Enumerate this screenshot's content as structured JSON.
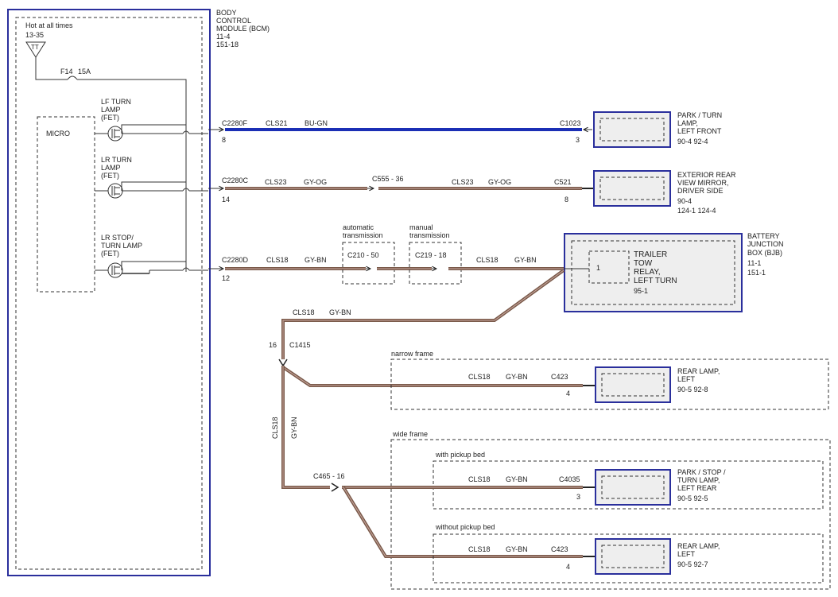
{
  "colors": {
    "blue_wire": "#1b2fb5",
    "brown_wire": "#7a5a4a",
    "brown_wire_hi": "#c9a8a0",
    "module_border": "#2a2f9c",
    "shade": "#eeeeee",
    "line": "#333333"
  },
  "bcm": {
    "title_lines": [
      "BODY",
      "CONTROL",
      "MODULE (BCM)",
      "11-4",
      "151-18"
    ],
    "hot_label": "Hot at all times",
    "hot_ref": "13-35",
    "fuse_symbol": "TT",
    "fuse_label": "F14",
    "fuse_rating": "15A",
    "micro_label": "MICRO",
    "fet1_lines": [
      "LF TURN",
      "LAMP",
      "(FET)"
    ],
    "fet2_lines": [
      "LR TURN",
      "LAMP",
      "(FET)"
    ],
    "fet3_lines": [
      "LR STOP/",
      "TURN LAMP",
      "(FET)"
    ]
  },
  "circuit_lf": {
    "connector": "C2280F",
    "pin": "8",
    "circuit": "CLS21",
    "color_code": "BU-GN",
    "end_connector": "C1023",
    "end_pin": "3"
  },
  "circuit_lr": {
    "connector": "C2280C",
    "pin": "14",
    "circuit": "CLS23",
    "color_code": "GY-OG",
    "inline_connector": "C555 - 36",
    "circuit2": "CLS23",
    "color_code2": "GY-OG",
    "end_connector": "C521",
    "end_pin": "8"
  },
  "circuit_stop": {
    "connector": "C2280D",
    "pin": "12",
    "circuit": "CLS18",
    "color_code": "GY-BN",
    "auto_label_lines": [
      "automatic",
      "transmission"
    ],
    "auto_connector": "C210 - 50",
    "manual_label_lines": [
      "manual",
      "transmission"
    ],
    "manual_connector": "C219 - 18",
    "circuit2": "CLS18",
    "color_code2": "GY-BN"
  },
  "devices": {
    "park_turn_lf_lines": [
      "PARK / TURN",
      "LAMP,",
      "LEFT FRONT",
      "90-4    92-4"
    ],
    "mirror_lines": [
      "EXTERIOR REAR",
      "VIEW MIRROR,",
      "DRIVER SIDE",
      "90-4",
      "124-1    124-4"
    ],
    "bjb_lines": [
      "BATTERY",
      "JUNCTION",
      "BOX (BJB)",
      "11-1",
      "151-1"
    ],
    "relay_pin": "1",
    "relay_lines": [
      "TRAILER",
      "TOW",
      "RELAY,",
      "LEFT TURN",
      "95-1"
    ],
    "rear_lamp_narrow_lines": [
      "REAR LAMP,",
      "LEFT",
      "90-5    92-8"
    ],
    "park_stop_lines": [
      "PARK / STOP /",
      "TURN LAMP,",
      "LEFT REAR",
      "90-5    92-5"
    ],
    "rear_lamp_nopickup_lines": [
      "REAR LAMP,",
      "LEFT",
      "90-5    92-7"
    ]
  },
  "rear_harness": {
    "circuit": "CLS18",
    "color_code": "GY-BN",
    "pin": "16",
    "connector": "C1415",
    "vertical_circuit": "CLS18",
    "vertical_color": "GY-BN",
    "narrow_frame_label": "narrow frame",
    "narrow_circuit": "CLS18",
    "narrow_color": "GY-BN",
    "narrow_connector": "C423",
    "narrow_pin": "4",
    "inline_connector": "C465 - 16",
    "wide_frame_label": "wide frame",
    "with_pickup_label": "with pickup bed",
    "pickup_circuit": "CLS18",
    "pickup_color": "GY-BN",
    "pickup_connector": "C4035",
    "pickup_pin": "3",
    "without_pickup_label": "without pickup bed",
    "nopickup_circuit": "CLS18",
    "nopickup_color": "GY-BN",
    "nopickup_connector": "C423",
    "nopickup_pin": "4"
  }
}
